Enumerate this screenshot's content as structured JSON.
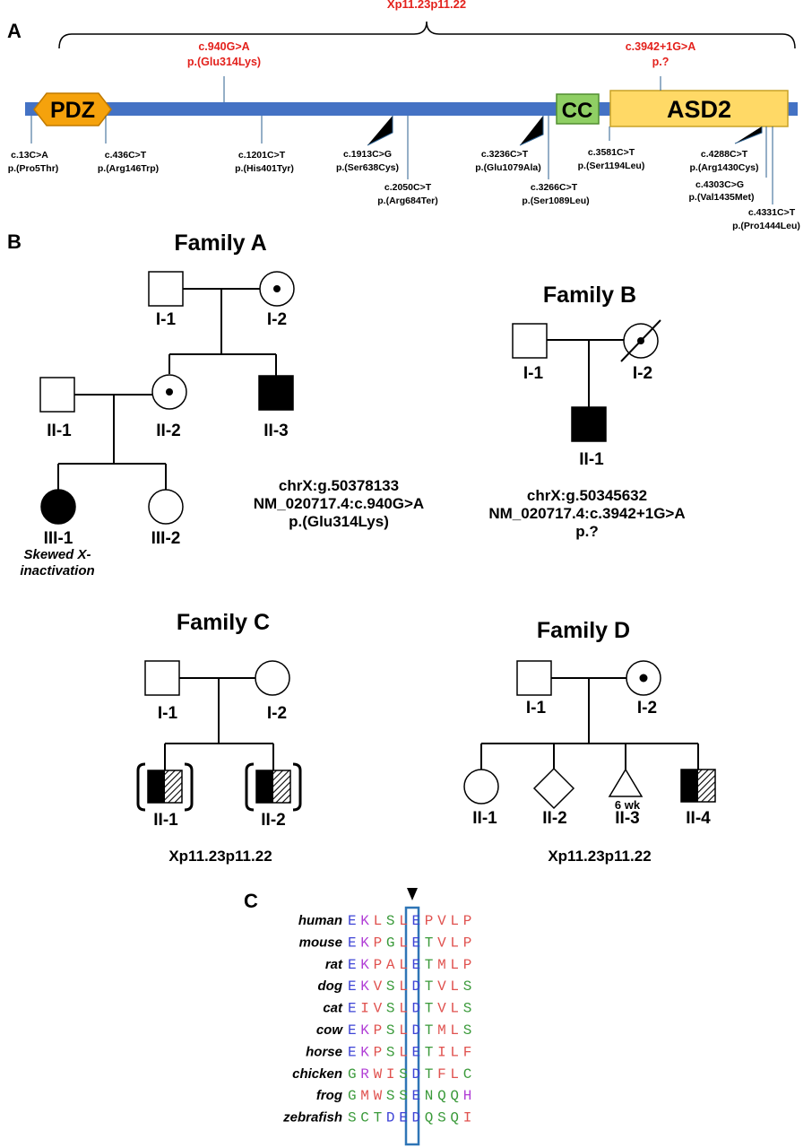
{
  "panel_labels": {
    "a": "A",
    "b": "B",
    "c": "C"
  },
  "panel_a": {
    "region_label": "Xp11.23p11.22",
    "domains": {
      "pdz": "PDZ",
      "cc": "CC",
      "asd2": "ASD2"
    },
    "red_variants": [
      {
        "c": "c.940G>A",
        "p": "p.(Glu314Lys)"
      },
      {
        "c": "c.3942+1G>A",
        "p": "p.?"
      }
    ],
    "variants": [
      {
        "c": "c.13C>A",
        "p": "p.(Pro5Thr)"
      },
      {
        "c": "c.436C>T",
        "p": "p.(Arg146Trp)"
      },
      {
        "c": "c.1201C>T",
        "p": "p.(His401Tyr)"
      },
      {
        "c": "c.1913C>G",
        "p": "p.(Ser638Cys)"
      },
      {
        "c": "c.2050C>T",
        "p": "p.(Arg684Ter)"
      },
      {
        "c": "c.3236C>T",
        "p": "p.(Glu1079Ala)"
      },
      {
        "c": "c.3266C>T",
        "p": "p.(Ser1089Leu)"
      },
      {
        "c": "c.3581C>T",
        "p": "p.(Ser1194Leu)"
      },
      {
        "c": "c.4288C>T",
        "p": "p.(Arg1430Cys)"
      },
      {
        "c": "c.4303C>G",
        "p": "p.(Val1435Met)"
      },
      {
        "c": "c.4331C>T",
        "p": "p.(Pro1444Leu)"
      }
    ]
  },
  "family_a": {
    "title": "Family A",
    "individuals": [
      "I-1",
      "I-2",
      "II-1",
      "II-2",
      "II-3",
      "III-1",
      "III-2"
    ],
    "note": [
      "Skewed X-",
      "inactivation"
    ],
    "variant": [
      "chrX:g.50378133",
      "NM_020717.4:c.940G>A",
      "p.(Glu314Lys)"
    ]
  },
  "family_b": {
    "title": "Family B",
    "individuals": [
      "I-1",
      "I-2",
      "II-1"
    ],
    "variant": [
      "chrX:g.50345632",
      "NM_020717.4:c.3942+1G>A",
      "p.?"
    ]
  },
  "family_c": {
    "title": "Family C",
    "individuals": [
      "I-1",
      "I-2",
      "II-1",
      "II-2"
    ],
    "region": "Xp11.23p11.22"
  },
  "family_d": {
    "title": "Family D",
    "individuals": [
      "I-1",
      "I-2",
      "II-1",
      "II-2",
      "II-3",
      "II-4"
    ],
    "gestation": "6 wk",
    "region": "Xp11.23p11.22"
  },
  "alignment": {
    "species": [
      "human",
      "mouse",
      "rat",
      "dog",
      "cat",
      "cow",
      "horse",
      "chicken",
      "frog",
      "zebrafish"
    ],
    "sequences": [
      "EKLSLEPVLP",
      "EKPGLETVLP",
      "EKPALETMLP",
      "EKVSLDTVLS",
      "EIVSLDTVLS",
      "EKPSLDTMLS",
      "EKPSLETILF",
      "GRWISDTFLC",
      "GMWSSENQQH",
      "SCTDEDQSQI"
    ],
    "highlight_column": 6,
    "colors": {
      "acidic": "#3e44d6",
      "basic": "#b13ed6",
      "hydrophobic": "#e0524f",
      "polar": "#3a9a3a"
    }
  }
}
